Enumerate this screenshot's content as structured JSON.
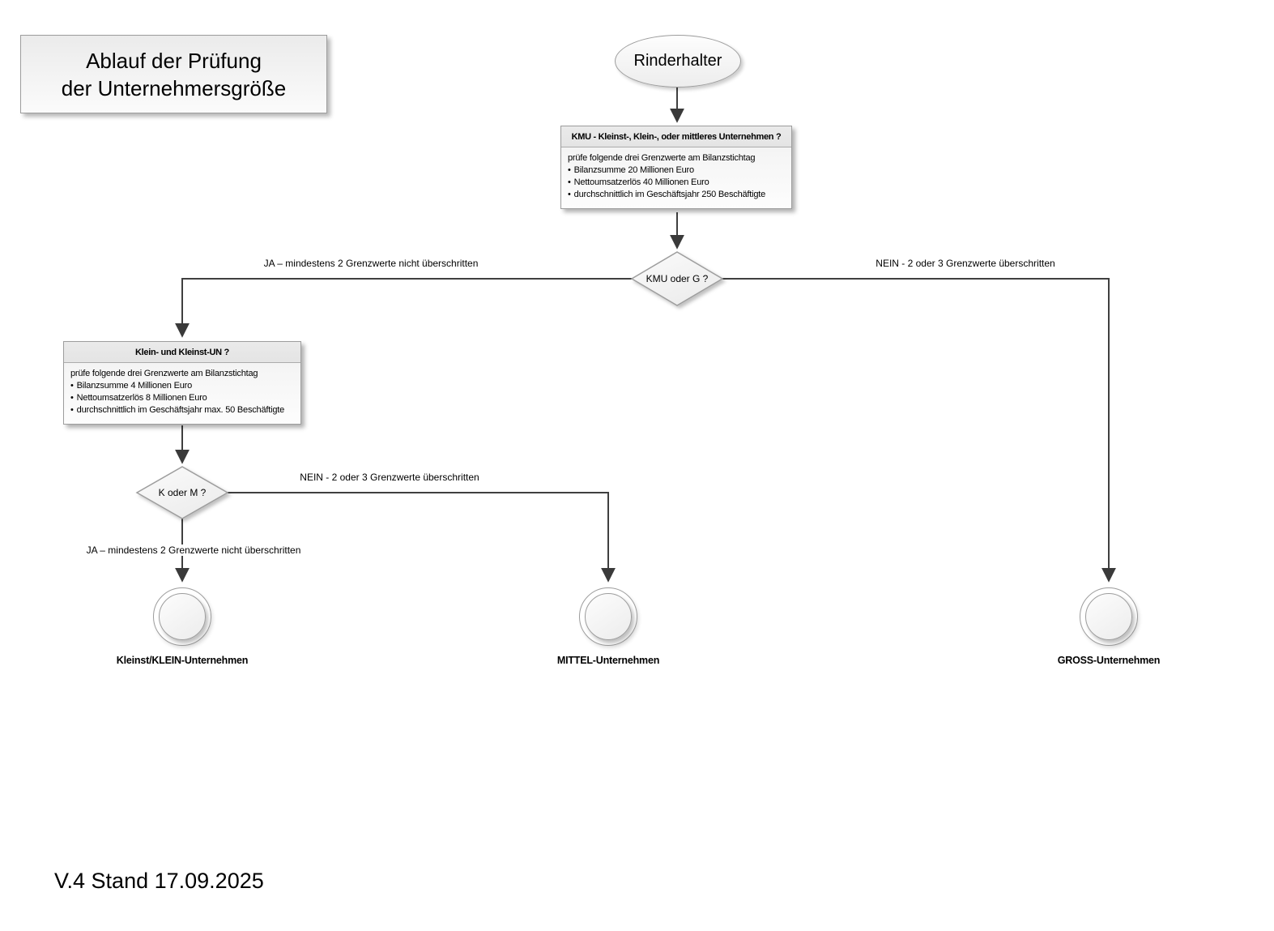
{
  "colors": {
    "line": "#3f3f3f",
    "arrow": "#3a3a3a",
    "border": "#9d9d9d",
    "text": "#000000"
  },
  "bullet": "•",
  "title_box": {
    "line1": "Ablauf der Prüfung",
    "line2": "der Unternehmersgröße"
  },
  "start_node": {
    "label": "Rinderhalter"
  },
  "kmu_box": {
    "header": "KMU - Kleinst-, Klein-, oder mittleres Unternehmen ?",
    "intro": "prüfe folgende drei Grenzwerte am Bilanzstichtag",
    "items": [
      "Bilanzsumme 20 Millionen Euro",
      "Nettoumsatzerlös 40 Millionen Euro",
      "durchschnittlich im Geschäftsjahr 250 Beschäftigte"
    ]
  },
  "kmu_decision": {
    "label": "KMU oder G ?"
  },
  "klein_box": {
    "header": "Klein- und Kleinst-UN ?",
    "intro": "prüfe folgende drei Grenzwerte am Bilanzstichtag",
    "items": [
      "Bilanzsumme 4 Millionen Euro",
      "Nettoumsatzerlös 8 Millionen Euro",
      "durchschnittlich im Geschäftsjahr max. 50 Beschäftigte"
    ]
  },
  "klein_decision": {
    "label": "K oder M ?"
  },
  "edge_labels": {
    "kmu_ja": "JA – mindestens 2 Grenzwerte nicht überschritten",
    "kmu_nein": "NEIN - 2 oder 3 Grenzwerte überschritten",
    "klein_nein": "NEIN - 2 oder 3 Grenzwerte überschritten",
    "klein_ja": "JA – mindestens 2 Grenzwerte nicht überschritten"
  },
  "terminals": {
    "kleinst": "Kleinst/KLEIN-Unternehmen",
    "mittel": "MITTEL-Unternehmen",
    "gross": "GROSS-Unternehmen"
  },
  "footer": {
    "version": "V.4 Stand 17.09.2025"
  }
}
